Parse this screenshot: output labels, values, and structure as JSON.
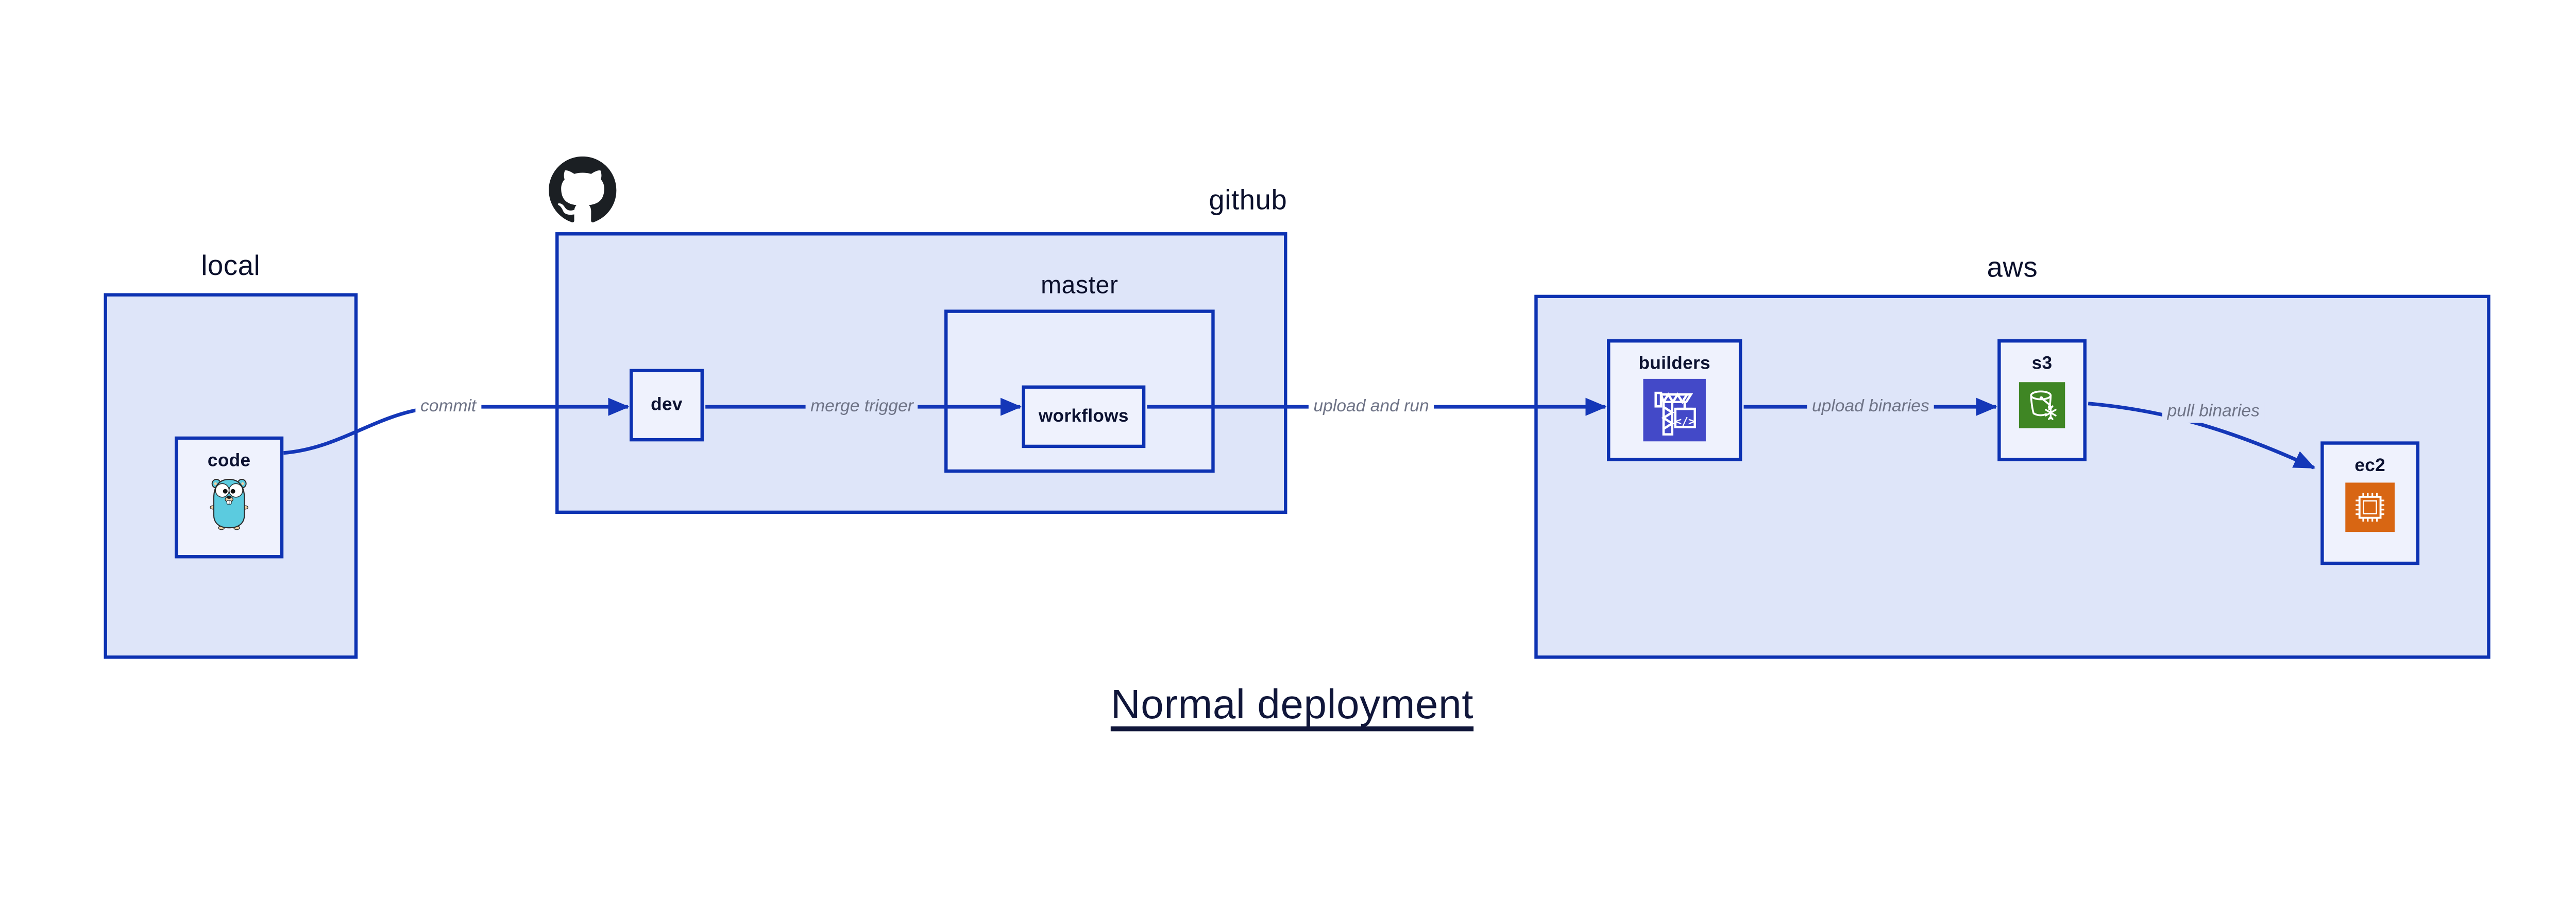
{
  "diagram_title": "Normal deployment",
  "containers": {
    "local": {
      "label": "local"
    },
    "github": {
      "label": "github"
    },
    "master": {
      "label": "master"
    },
    "aws": {
      "label": "aws"
    }
  },
  "nodes": {
    "code": {
      "label": "code",
      "icon": "go-gopher-icon"
    },
    "dev": {
      "label": "dev"
    },
    "workflows": {
      "label": "workflows"
    },
    "builders": {
      "label": "builders",
      "icon": "aws-codebuild-icon"
    },
    "s3": {
      "label": "s3",
      "icon": "aws-s3-glacier-icon"
    },
    "ec2": {
      "label": "ec2",
      "icon": "aws-ec2-icon"
    }
  },
  "edges": [
    {
      "from": "code",
      "to": "dev",
      "label": "commit"
    },
    {
      "from": "dev",
      "to": "workflows",
      "label": "merge trigger"
    },
    {
      "from": "workflows",
      "to": "builders",
      "label": "upload and run"
    },
    {
      "from": "builders",
      "to": "s3",
      "label": "upload binaries"
    },
    {
      "from": "s3",
      "to": "ec2",
      "label": "pull binaries"
    }
  ],
  "icons": {
    "codebuild_glyph": "</>"
  },
  "colors": {
    "container_fill": "#dee5f9",
    "inner_container_fill": "#e8edfc",
    "node_fill": "#eff2fd",
    "border_stroke": "#0d32b2",
    "edge_stroke": "#1437b8",
    "label_text": "#0b102c",
    "edge_label_text": "#6e7386",
    "codebuild_icon_bg": "#4349c8",
    "s3_glacier_icon_bg": "#3f8624",
    "ec2_icon_bg": "#d86613",
    "gopher_body": "#5bcbdf",
    "github_logo": "#1b1f23"
  }
}
